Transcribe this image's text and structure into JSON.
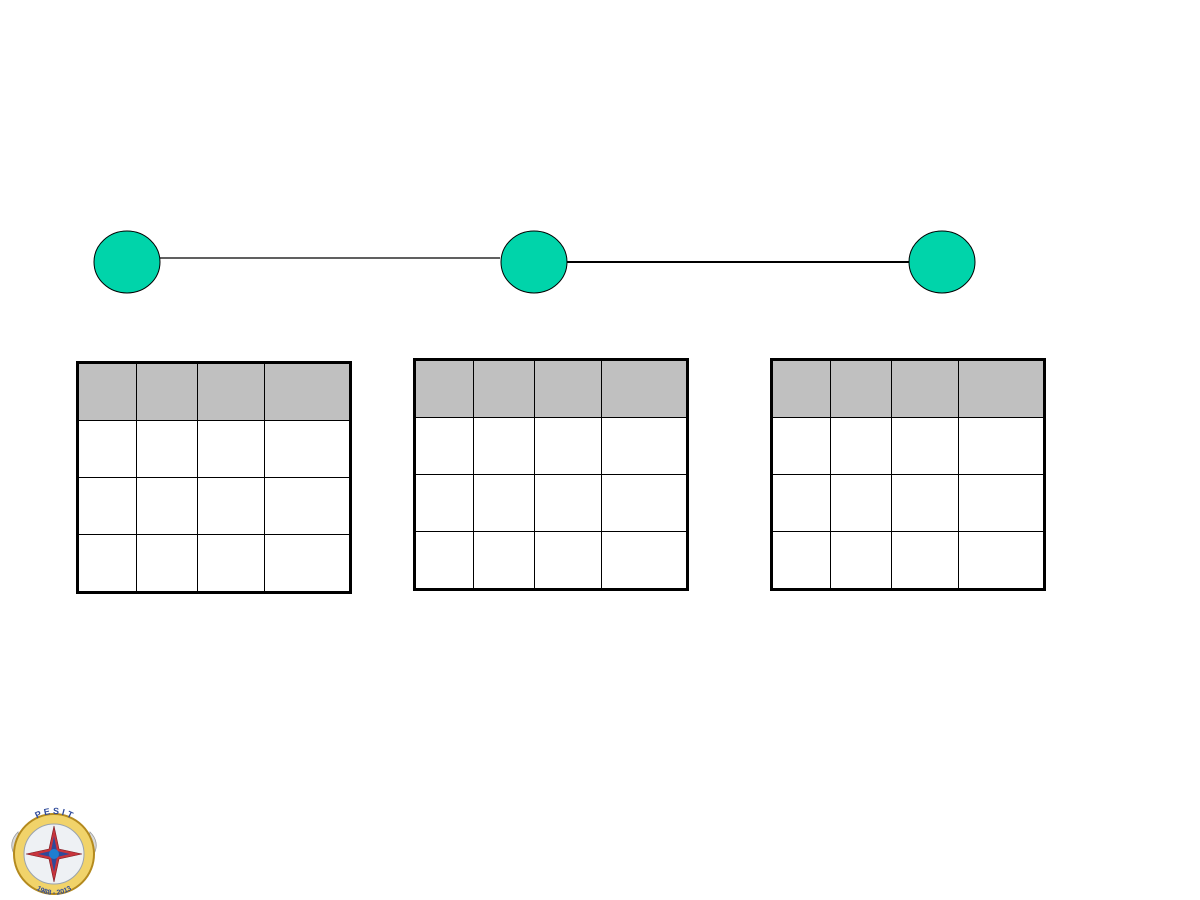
{
  "diagram": {
    "node_color": "#00d4aa",
    "line_color": "#000000",
    "nodes": [
      {
        "id": "node-1",
        "label": ""
      },
      {
        "id": "node-2",
        "label": ""
      },
      {
        "id": "node-3",
        "label": ""
      }
    ],
    "links": [
      {
        "from": "node-1",
        "to": "node-2"
      },
      {
        "from": "node-2",
        "to": "node-3"
      }
    ]
  },
  "tables": [
    {
      "header": [
        "",
        "",
        "",
        ""
      ],
      "rows": [
        [
          "",
          "",
          "",
          ""
        ],
        [
          "",
          "",
          "",
          ""
        ],
        [
          "",
          "",
          "",
          ""
        ]
      ]
    },
    {
      "header": [
        "",
        "",
        "",
        ""
      ],
      "rows": [
        [
          "",
          "",
          "",
          ""
        ],
        [
          "",
          "",
          "",
          ""
        ],
        [
          "",
          "",
          "",
          ""
        ]
      ]
    },
    {
      "header": [
        "",
        "",
        "",
        ""
      ],
      "rows": [
        [
          "",
          "",
          "",
          ""
        ],
        [
          "",
          "",
          "",
          ""
        ],
        [
          "",
          "",
          "",
          ""
        ]
      ]
    }
  ],
  "table_header_color": "#c0c0c0",
  "logo": {
    "icon": "pesit-emblem-icon",
    "text_top": "P E S I T",
    "text_bottom": "1988 - 2013"
  }
}
